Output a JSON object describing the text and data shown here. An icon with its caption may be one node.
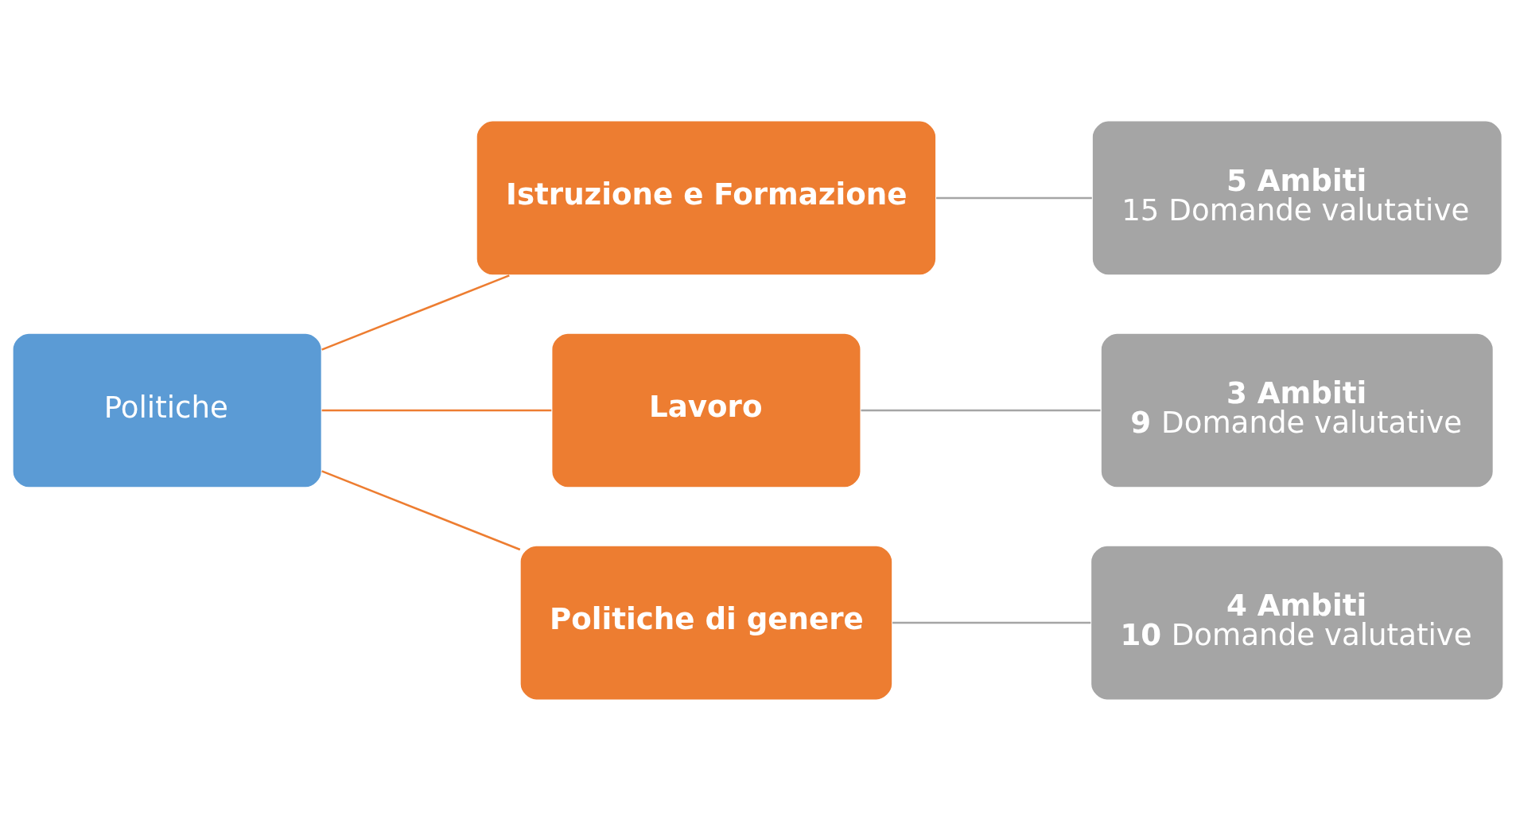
{
  "diagram": {
    "nodes": [
      {
        "text": [
          "Politiche"
        ]
      },
      {
        "text": [
          "Istruzione e Formazione"
        ]
      },
      {
        "text": [
          "Lavoro"
        ]
      },
      {
        "text": [
          "Politiche di genere"
        ]
      },
      {
        "text": [
          "5 Ambiti",
          "15 Domande valutative"
        ]
      },
      {
        "text": [
          "3 Ambiti",
          "**9** Domande valutative"
        ]
      },
      {
        "text": [
          "4 Ambiti",
          "**10** Domande valutative"
        ]
      }
    ],
    "edges": [
      {
        "from": 0,
        "to": 1,
        "arrow": "none",
        "color": "#ed7d31"
      },
      {
        "from": 0,
        "to": 2,
        "arrow": "none",
        "color": "#ed7d31"
      },
      {
        "from": 0,
        "to": 3,
        "arrow": "none",
        "color": "#ed7d31"
      },
      {
        "from": 1,
        "to": 4,
        "arrow": "none",
        "color": "#a5a5a5"
      },
      {
        "from": 2,
        "to": 5,
        "arrow": "none",
        "color": "#a5a5a5"
      },
      {
        "from": 3,
        "to": 6,
        "arrow": "none",
        "color": "#a5a5a5"
      }
    ]
  }
}
